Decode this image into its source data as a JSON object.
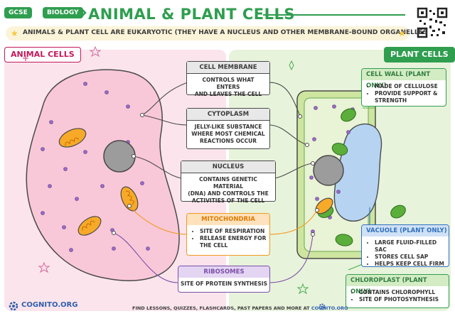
{
  "header": {
    "tag_gcse": "GCSE",
    "tag_biology": "BIOLOGY",
    "title": "ANIMAL & PLANT CELLS",
    "subtitle": "ANIMALS & PLANT CELL ARE EUKARYOTIC (THEY HAVE A NUCLEUS AND OTHER MEMBRANE-BOUND ORGANELLES"
  },
  "sections": {
    "animal": "ANIMAL CELLS",
    "plant": "PLANT CELLS"
  },
  "shared": [
    {
      "title": "CELL MEMBRANE",
      "desc": [
        "CONTROLS WHAT ENTERS",
        "AND LEAVES THE CELL"
      ]
    },
    {
      "title": "CYTOPLASM",
      "desc": [
        "JELLY-LIKE SUBSTANCE",
        "WHERE MOST CHEMICAL",
        "REACTIONS OCCUR"
      ]
    },
    {
      "title": "NUCLEUS",
      "desc": [
        "CONTAINS GENETIC MATERIAL",
        "(DNA) AND CONTROLS THE",
        "ACTIVITIES OF THE CELL"
      ]
    }
  ],
  "mitochondria": {
    "title": "MITOCHONDRIA",
    "points": [
      "SITE OF RESPIRATION",
      "RELEASE ENERGY FOR THE CELL"
    ]
  },
  "ribosomes": {
    "title": "RIBOSOMES",
    "desc": "SITE OF PROTEIN SYNTHESIS"
  },
  "cell_wall": {
    "title": "CELL WALL (PLANT ONLY)",
    "points": [
      "MADE OF CELLULOSE",
      "PROVIDE SUPPORT & STRENGTH"
    ]
  },
  "vacuole": {
    "title": "VACUOLE (PLANT ONLY)",
    "points": [
      "LARGE FLUID-FILLED SAC",
      "STORES CELL SAP",
      "HELPS KEEP CELL FIRM"
    ]
  },
  "chloroplast": {
    "title": "CHLOROPLAST (PLANT ONLY)",
    "points": [
      "CONTAINS CHLOROPHYLL",
      "SITE OF PHOTOSYNTHESIS"
    ]
  },
  "footer": {
    "logo": "COGNITO.ORG",
    "text": "FIND LESSONS, QUIZZES, FLASHCARDS, PAST PAPERS AND MORE AT",
    "link": "COGNITO.ORG"
  },
  "colors": {
    "green": "#2f9e4f",
    "animal_pink": "#c2185b",
    "orange": "#f29a1f",
    "purple": "#7b4fa8",
    "blue": "#2f6fbf",
    "grey": "#4a4a4a"
  }
}
